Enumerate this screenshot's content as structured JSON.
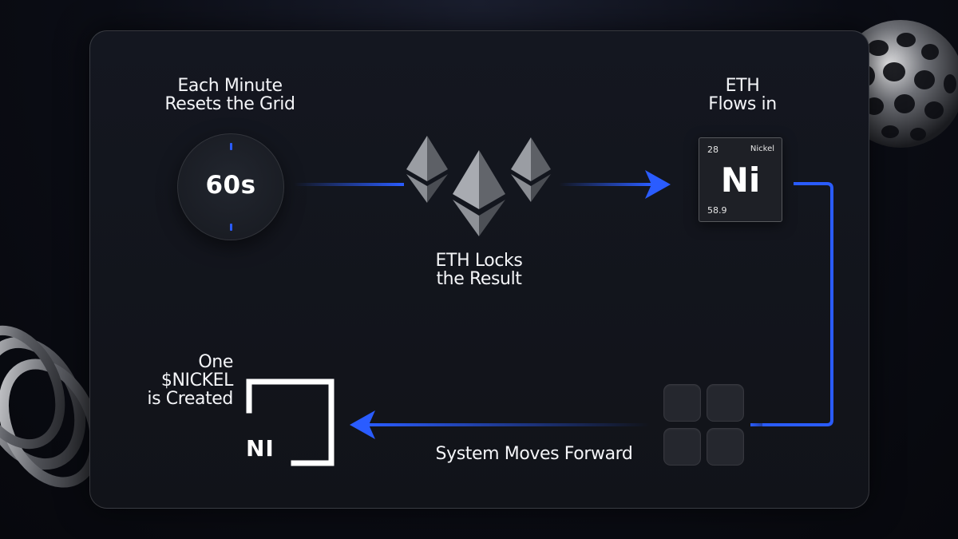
{
  "steps": {
    "timer": {
      "title_line1": "Each Minute",
      "title_line2": "Resets the Grid",
      "value": "60s"
    },
    "eth_lock": {
      "title_line1": "ETH Locks",
      "title_line2": "the Result"
    },
    "eth_flow": {
      "title_line1": "ETH",
      "title_line2": "Flows in"
    },
    "element_tile": {
      "atomic_number": "28",
      "name": "Nickel",
      "symbol": "Ni",
      "mass": "58.9"
    },
    "system": {
      "label": "System Moves Forward"
    },
    "created": {
      "title_line1": "One",
      "title_line2": "$NICKEL",
      "title_line3": "is Created",
      "logo_text": "NI"
    }
  },
  "colors": {
    "accent": "#2a5cff",
    "card_background": "#141720",
    "eth_light": "#8a8d93",
    "eth_dark": "#3f4248"
  },
  "icons": [
    "ethereum-icon",
    "arrow-right-icon",
    "arrow-left-icon",
    "wireframe-sphere",
    "chrome-coil"
  ]
}
